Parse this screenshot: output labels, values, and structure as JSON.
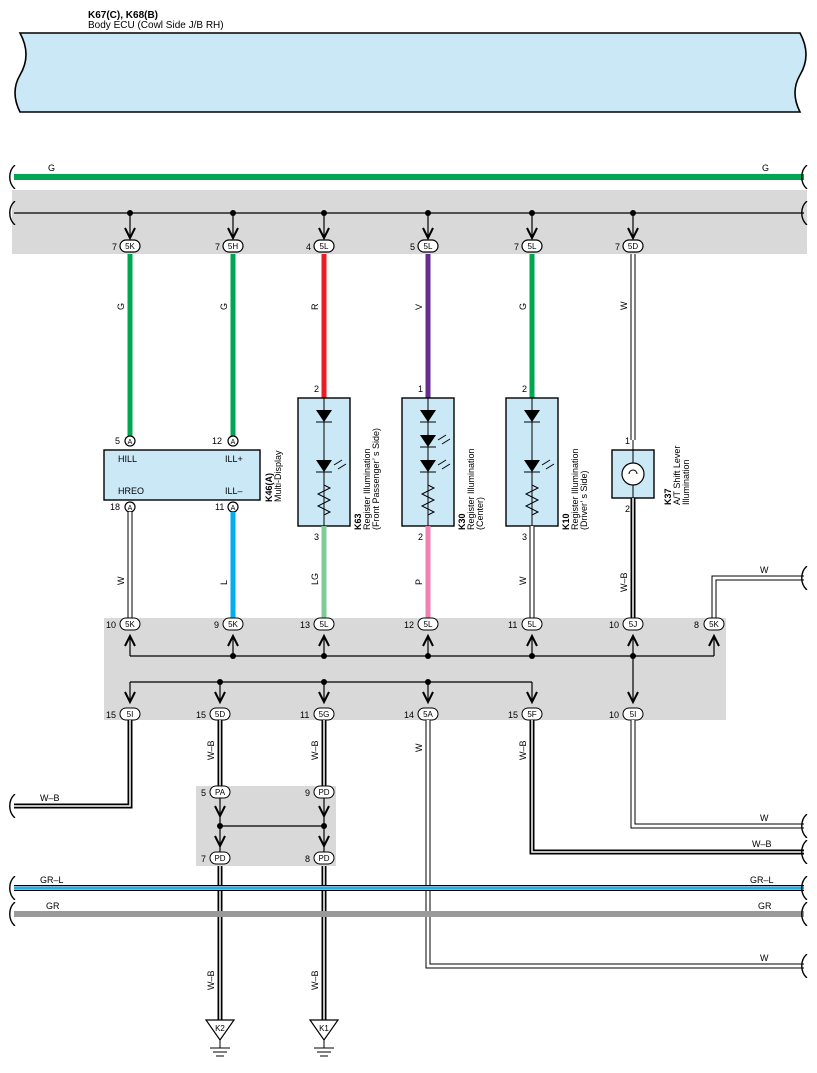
{
  "ecu": {
    "code": "K67(C), K68(B)",
    "name": "Body ECU (Cowl Side J/B RH)"
  },
  "colors": {
    "G": "#00a651",
    "R": "#ed1c24",
    "V": "#662d91",
    "L": "#00aeef",
    "LG": "#7fcc99",
    "P": "#f081b0",
    "W": "#ffffff",
    "GR": "#9a9a9a",
    "box": "#cbe8f6",
    "jb": "#d9d9d9"
  },
  "top_wires": [
    {
      "label": "G"
    }
  ],
  "top_connectors": [
    {
      "pin": "7",
      "conn": "5K",
      "wire": "G"
    },
    {
      "pin": "7",
      "conn": "5H",
      "wire": "G"
    },
    {
      "pin": "4",
      "conn": "5L",
      "wire": "R"
    },
    {
      "pin": "5",
      "conn": "5L",
      "wire": "V"
    },
    {
      "pin": "7",
      "conn": "5L",
      "wire": "G"
    },
    {
      "pin": "7",
      "conn": "5D",
      "wire": "W"
    }
  ],
  "components": {
    "multi_display": {
      "code": "K46(A)",
      "name": "Multi-Display",
      "pins": [
        {
          "pin": "5",
          "conn": "A",
          "label": "HILL"
        },
        {
          "pin": "12",
          "conn": "A",
          "label": "ILL+"
        },
        {
          "pin": "18",
          "conn": "A",
          "label": "HREO"
        },
        {
          "pin": "11",
          "conn": "A",
          "label": "ILL–"
        }
      ]
    },
    "k63": {
      "code": "K63",
      "name1": "Register Illumination",
      "name2": "(Front Passenger’ s Side)",
      "pin_top": "2",
      "pin_bot": "3"
    },
    "k30": {
      "code": "K30",
      "name1": "Register Illumination",
      "name2": "(Center)",
      "pin_top": "1",
      "pin_bot": "2"
    },
    "k10": {
      "code": "K10",
      "name1": "Register Illumination",
      "name2": "(Driver’ s Side)",
      "pin_top": "2",
      "pin_bot": "3"
    },
    "k37": {
      "code": "K37",
      "name1": "A/T Shift Lever",
      "name2": "Illumination",
      "pin_top": "1",
      "pin_bot": "2"
    }
  },
  "mid_connectors": [
    {
      "pin": "10",
      "conn": "5K",
      "wire": "W"
    },
    {
      "pin": "9",
      "conn": "5K",
      "wire": "L"
    },
    {
      "pin": "13",
      "conn": "5L",
      "wire": "LG"
    },
    {
      "pin": "12",
      "conn": "5L",
      "wire": "P"
    },
    {
      "pin": "11",
      "conn": "5L",
      "wire": "W"
    },
    {
      "pin": "10",
      "conn": "5J",
      "wire": "W–B"
    },
    {
      "pin": "8",
      "conn": "5K",
      "wire": "W"
    }
  ],
  "low_connectors": [
    {
      "pin": "15",
      "conn": "5I",
      "wire": "W–B"
    },
    {
      "pin": "15",
      "conn": "5D",
      "wire": "W–B"
    },
    {
      "pin": "11",
      "conn": "5G",
      "wire": "W–B"
    },
    {
      "pin": "14",
      "conn": "5A",
      "wire": "W"
    },
    {
      "pin": "15",
      "conn": "5F",
      "wire": "W–B"
    },
    {
      "pin": "10",
      "conn": "5I",
      "wire": ""
    }
  ],
  "junction": [
    {
      "pin": "5",
      "conn": "PA"
    },
    {
      "pin": "9",
      "conn": "PD"
    },
    {
      "pin": "7",
      "conn": "PD"
    },
    {
      "pin": "8",
      "conn": "PD"
    }
  ],
  "side_wires": {
    "right_w_top": "W",
    "left_wb": "W–B",
    "right_w_mid": "W",
    "right_wb": "W–B",
    "grl_left": "GR–L",
    "grl_right": "GR–L",
    "gr_left": "GR",
    "gr_right": "GR",
    "right_w_bottom": "W",
    "ground_wire_1": "W–B",
    "ground_wire_2": "W–B"
  },
  "grounds": [
    {
      "label": "K2"
    },
    {
      "label": "K1"
    }
  ]
}
